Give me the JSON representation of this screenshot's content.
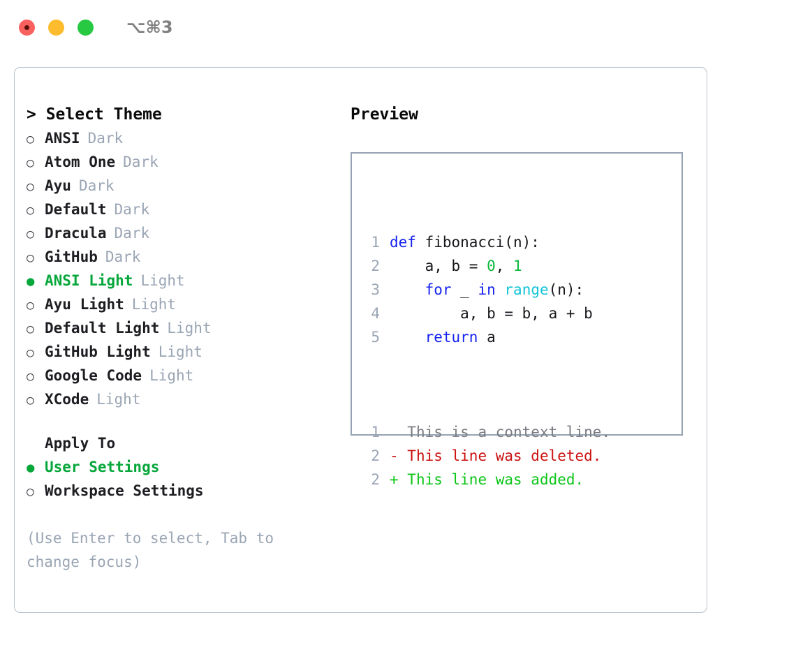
{
  "titlebar": {
    "shortcut": "⌥⌘3",
    "buttons": [
      {
        "name": "close",
        "color": "#f9615e"
      },
      {
        "name": "minimize",
        "color": "#fdbc2e"
      },
      {
        "name": "maximize",
        "color": "#26c941"
      }
    ]
  },
  "theme_picker": {
    "heading": "> Select Theme",
    "bullet_selected": "●",
    "bullet_unselected": "○",
    "items": [
      {
        "label": "ANSI",
        "badge": "Dark",
        "selected": false
      },
      {
        "label": "Atom One",
        "badge": "Dark",
        "selected": false
      },
      {
        "label": "Ayu",
        "badge": "Dark",
        "selected": false
      },
      {
        "label": "Default",
        "badge": "Dark",
        "selected": false
      },
      {
        "label": "Dracula",
        "badge": "Dark",
        "selected": false
      },
      {
        "label": "GitHub",
        "badge": "Dark",
        "selected": false
      },
      {
        "label": "ANSI Light",
        "badge": "Light",
        "selected": true
      },
      {
        "label": "Ayu Light",
        "badge": "Light",
        "selected": false
      },
      {
        "label": "Default Light",
        "badge": "Light",
        "selected": false
      },
      {
        "label": "GitHub Light",
        "badge": "Light",
        "selected": false
      },
      {
        "label": "Google Code",
        "badge": "Light",
        "selected": false
      },
      {
        "label": "XCode",
        "badge": "Light",
        "selected": false
      }
    ]
  },
  "apply_to": {
    "heading": "Apply To",
    "items": [
      {
        "label": "User Settings",
        "selected": true
      },
      {
        "label": "Workspace Settings",
        "selected": false
      }
    ]
  },
  "hint": "(Use Enter to select, Tab to change focus)",
  "preview": {
    "heading": "Preview",
    "code_lines": [
      {
        "number": "1",
        "parts": [
          {
            "text": "def ",
            "type": "kw"
          },
          {
            "text": "fibonacci(n):",
            "type": "pl"
          }
        ]
      },
      {
        "number": "2",
        "parts": [
          {
            "text": "    a, b = ",
            "type": "pl"
          },
          {
            "text": "0",
            "type": "num"
          },
          {
            "text": ", ",
            "type": "pl"
          },
          {
            "text": "1",
            "type": "num"
          }
        ]
      },
      {
        "number": "3",
        "parts": [
          {
            "text": "    ",
            "type": "pl"
          },
          {
            "text": "for",
            "type": "kw"
          },
          {
            "text": " _ ",
            "type": "pl"
          },
          {
            "text": "in",
            "type": "kw"
          },
          {
            "text": " ",
            "type": "pl"
          },
          {
            "text": "range",
            "type": "fn"
          },
          {
            "text": "(n):",
            "type": "pl"
          }
        ]
      },
      {
        "number": "4",
        "parts": [
          {
            "text": "        a, b = b, a + b",
            "type": "pl"
          }
        ]
      },
      {
        "number": "5",
        "parts": [
          {
            "text": "    ",
            "type": "pl"
          },
          {
            "text": "return",
            "type": "kw"
          },
          {
            "text": " a",
            "type": "pl"
          }
        ]
      }
    ],
    "diff_lines": [
      {
        "number": "1",
        "marker": "  ",
        "text": "This is a context line.",
        "type": "ctx"
      },
      {
        "number": "2",
        "marker": "- ",
        "text": "This line was deleted.",
        "type": "del"
      },
      {
        "number": "2",
        "marker": "+ ",
        "text": "This line was added.",
        "type": "add"
      }
    ]
  },
  "colors": {
    "accent_green": "#06a73a",
    "badge_gray": "#9aa5b4",
    "keyword_blue": "#1522f0",
    "function_cyan": "#0fc4d6",
    "number_green": "#0ab83c",
    "diff_delete_red": "#cc1111",
    "diff_add_green": "#0bc516",
    "panel_border": "#b9c2cd",
    "preview_border": "#95a3b3"
  }
}
